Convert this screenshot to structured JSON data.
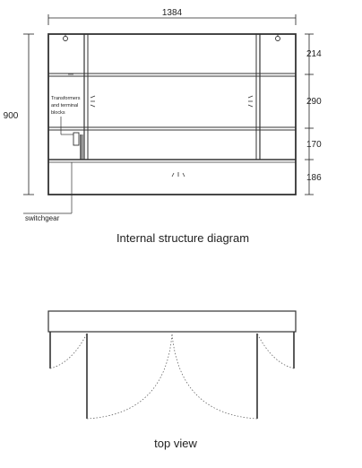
{
  "front_view": {
    "width_label": "1384",
    "height_label": "900",
    "row_labels": [
      "214",
      "290",
      "170",
      "186"
    ],
    "transformer_note": [
      "Transformers",
      "and terminal",
      "blocks"
    ],
    "switchgear_label": "switchgear",
    "caption": "Internal structure diagram"
  },
  "top_view": {
    "caption": "top view"
  },
  "colors": {
    "line": "#222222",
    "frame": "#333333",
    "dotted": "#666666"
  }
}
